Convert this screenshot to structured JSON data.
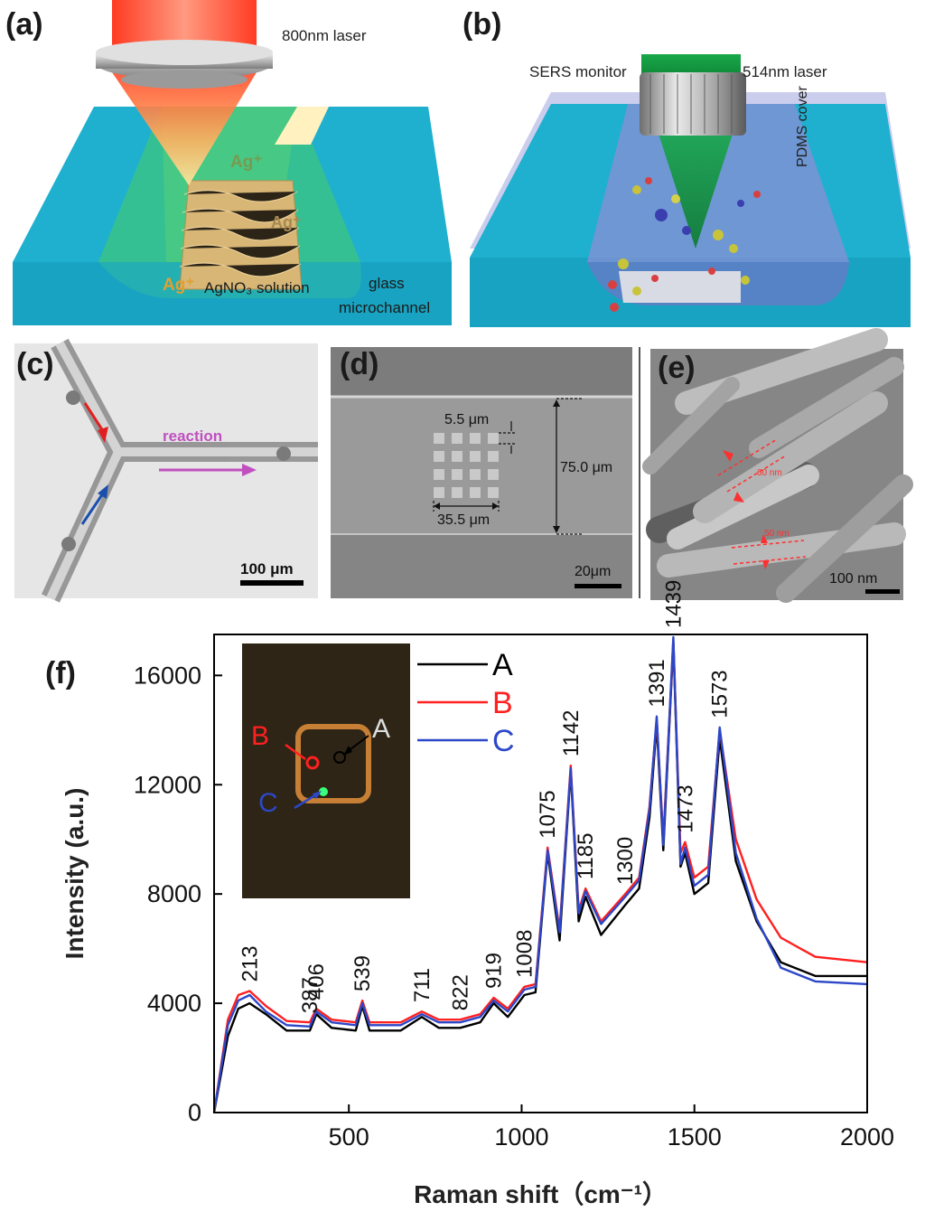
{
  "panels": {
    "a": {
      "letter": "(a)",
      "laser_label": "800nm laser",
      "ion_1": "Ag⁺",
      "ion_2": "Ag⁺",
      "ion_3": "Ag⁺",
      "solution_label": "AgNO₃ solution",
      "glass_label": "glass",
      "microchannel_label": "microchannel"
    },
    "b": {
      "letter": "(b)",
      "monitor_label": "SERS monitor",
      "laser_label": "514nm laser",
      "cover_label": "PDMS cover"
    },
    "c": {
      "letter": "(c)",
      "reaction_label": "reaction",
      "scale_label": "100 μm"
    },
    "d": {
      "letter": "(d)",
      "dim_small": "5.5 μm",
      "dim_width": "35.5 μm",
      "dim_height": "75.0 μm",
      "scale_label": "20μm"
    },
    "e": {
      "letter": "(e)",
      "dim_1": "60 nm",
      "dim_2": "50 nm",
      "scale_label": "100 nm"
    },
    "f": {
      "letter": "(f)",
      "inset": {
        "label_a": "A",
        "label_b": "B",
        "label_c": "C"
      }
    }
  },
  "colors": {
    "A": "#000000",
    "B": "#ff2020",
    "C": "#2c47c8"
  },
  "chart_data": {
    "type": "line",
    "xlabel": "Raman shift（cm⁻¹）",
    "ylabel": "Intensity (a.u.)",
    "xlim": [
      110,
      2000
    ],
    "ylim": [
      0,
      17500
    ],
    "xticks": [
      500,
      1000,
      1500,
      2000
    ],
    "yticks": [
      0,
      4000,
      8000,
      12000,
      16000
    ],
    "legend": {
      "placement": "top-left, right of inset",
      "entries": [
        "A",
        "B",
        "C"
      ]
    },
    "peak_labels": [
      {
        "text": "213",
        "x": 213
      },
      {
        "text": "387",
        "x": 387
      },
      {
        "text": "406",
        "x": 406
      },
      {
        "text": "539",
        "x": 539
      },
      {
        "text": "711",
        "x": 711
      },
      {
        "text": "822",
        "x": 822
      },
      {
        "text": "919",
        "x": 919
      },
      {
        "text": "1008",
        "x": 1008
      },
      {
        "text": "1075",
        "x": 1075
      },
      {
        "text": "1142",
        "x": 1142
      },
      {
        "text": "1185",
        "x": 1185
      },
      {
        "text": "1300",
        "x": 1300
      },
      {
        "text": "1391",
        "x": 1391
      },
      {
        "text": "1439",
        "x": 1439
      },
      {
        "text": "1473",
        "x": 1473
      },
      {
        "text": "1573",
        "x": 1573
      }
    ],
    "series": [
      {
        "name": "A",
        "color": "#000000",
        "x": [
          110,
          150,
          180,
          213,
          260,
          320,
          387,
          406,
          450,
          520,
          539,
          560,
          650,
          711,
          760,
          822,
          880,
          919,
          960,
          1008,
          1040,
          1075,
          1110,
          1142,
          1165,
          1185,
          1230,
          1300,
          1340,
          1370,
          1391,
          1410,
          1439,
          1460,
          1473,
          1500,
          1540,
          1573,
          1620,
          1680,
          1750,
          1850,
          2000
        ],
        "y": [
          0,
          2800,
          3800,
          4000,
          3600,
          3000,
          3000,
          3600,
          3100,
          3000,
          3900,
          3000,
          3000,
          3500,
          3100,
          3100,
          3300,
          4000,
          3500,
          4300,
          4400,
          9500,
          6300,
          12500,
          7000,
          7900,
          6500,
          7600,
          8200,
          10800,
          14200,
          9600,
          17200,
          9000,
          9500,
          8000,
          8400,
          13700,
          9200,
          7000,
          5500,
          5000,
          5000
        ]
      },
      {
        "name": "B",
        "color": "#ff2020",
        "x": [
          110,
          150,
          180,
          213,
          260,
          320,
          387,
          406,
          450,
          520,
          539,
          560,
          650,
          711,
          760,
          822,
          880,
          919,
          960,
          1008,
          1040,
          1075,
          1110,
          1142,
          1165,
          1185,
          1230,
          1300,
          1340,
          1370,
          1391,
          1410,
          1439,
          1460,
          1473,
          1500,
          1540,
          1573,
          1620,
          1680,
          1750,
          1850,
          2000
        ],
        "y": [
          0,
          3400,
          4300,
          4450,
          3900,
          3350,
          3300,
          3800,
          3400,
          3300,
          4100,
          3300,
          3300,
          3700,
          3400,
          3400,
          3600,
          4200,
          3800,
          4600,
          4700,
          9700,
          6700,
          12700,
          7400,
          8200,
          7000,
          8000,
          8600,
          11200,
          14400,
          10000,
          17300,
          9500,
          9900,
          8600,
          9000,
          14000,
          10000,
          7800,
          6400,
          5700,
          5500
        ]
      },
      {
        "name": "C",
        "color": "#2c47c8",
        "x": [
          110,
          150,
          180,
          213,
          260,
          320,
          387,
          406,
          450,
          520,
          539,
          560,
          650,
          711,
          760,
          822,
          880,
          919,
          960,
          1008,
          1040,
          1075,
          1110,
          1142,
          1165,
          1185,
          1230,
          1300,
          1340,
          1370,
          1391,
          1410,
          1439,
          1460,
          1473,
          1500,
          1540,
          1573,
          1620,
          1680,
          1750,
          1850,
          2000
        ],
        "y": [
          0,
          3200,
          4100,
          4300,
          3700,
          3200,
          3150,
          3700,
          3300,
          3200,
          4000,
          3200,
          3200,
          3600,
          3300,
          3300,
          3500,
          4100,
          3700,
          4500,
          4600,
          9600,
          6600,
          12600,
          7300,
          8100,
          6900,
          7900,
          8500,
          11100,
          14500,
          9800,
          17400,
          9100,
          9700,
          8300,
          8700,
          14100,
          9500,
          7100,
          5300,
          4800,
          4700
        ]
      }
    ]
  }
}
